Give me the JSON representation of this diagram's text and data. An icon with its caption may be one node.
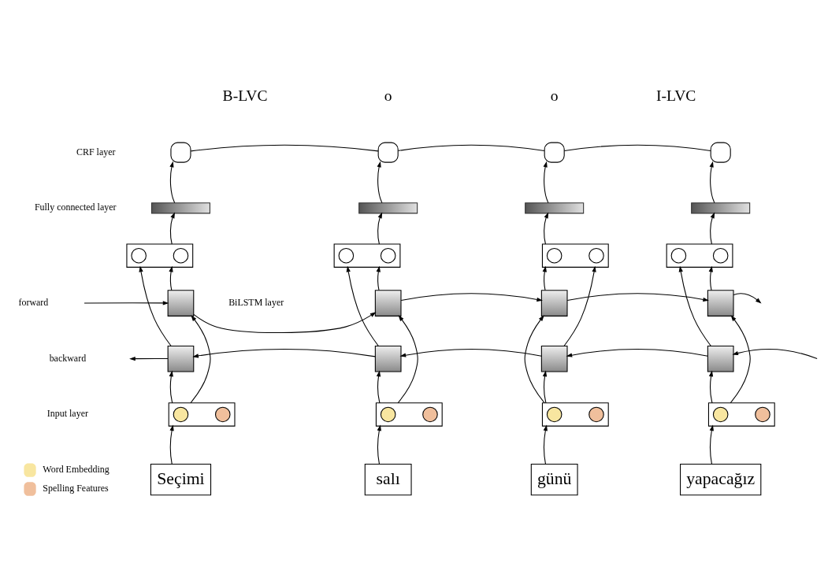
{
  "diagram": {
    "nodes": [
      {
        "text": [],
        "shape": "box"
      },
      {
        "text": [],
        "shape": "box"
      },
      {
        "text": [],
        "shape": "box"
      },
      {
        "text": [],
        "shape": "box"
      },
      {
        "text": [],
        "shape": "bar"
      },
      {
        "text": [],
        "shape": "bar"
      },
      {
        "text": [],
        "shape": "bar"
      },
      {
        "text": [],
        "shape": "bar"
      },
      {
        "text": [],
        "shape": "box"
      },
      {
        "text": [],
        "shape": "circle",
        "in": 8
      },
      {
        "text": [],
        "shape": "circle",
        "in": 8
      },
      {
        "text": [],
        "shape": "box"
      },
      {
        "text": [],
        "shape": "circle",
        "in": 11
      },
      {
        "text": [],
        "shape": "circle",
        "in": 11
      },
      {
        "text": [],
        "shape": "box"
      },
      {
        "text": [],
        "shape": "circle",
        "in": 14
      },
      {
        "text": [],
        "shape": "circle",
        "in": 14
      },
      {
        "text": [],
        "shape": "box"
      },
      {
        "text": [],
        "shape": "circle",
        "in": 17
      },
      {
        "text": [],
        "shape": "circle",
        "in": 17
      },
      {
        "text": [],
        "shape": "box"
      },
      {
        "text": [],
        "shape": "box"
      },
      {
        "text": [],
        "shape": "box"
      },
      {
        "text": [],
        "shape": "box"
      },
      {
        "text": [],
        "shape": "box"
      },
      {
        "text": [],
        "shape": "box"
      },
      {
        "text": [],
        "shape": "box"
      },
      {
        "text": [],
        "shape": "box"
      },
      {
        "text": [],
        "shape": "box"
      },
      {
        "text": [],
        "shape": "circle",
        "in": 28
      },
      {
        "text": [],
        "shape": "circle",
        "in": 28
      },
      {
        "text": [],
        "shape": "box"
      },
      {
        "text": [],
        "shape": "circle",
        "in": 31
      },
      {
        "text": [],
        "shape": "circle",
        "in": 31
      },
      {
        "text": [],
        "shape": "box"
      },
      {
        "text": [],
        "shape": "circle",
        "in": 34
      },
      {
        "text": [],
        "shape": "circle",
        "in": 34
      },
      {
        "text": [],
        "shape": "box"
      },
      {
        "text": [],
        "shape": "circle",
        "in": 37
      },
      {
        "text": [],
        "shape": "circle",
        "in": 37
      },
      {
        "text": [
          "Seçimi"
        ]
      },
      {
        "text": [
          "salı"
        ]
      },
      {
        "text": [
          "günü"
        ]
      },
      {
        "text": [
          "yapacağız"
        ]
      }
    ],
    "edges": [
      {
        "from": 40,
        "to": 28,
        "arrow": "to"
      },
      {
        "from": 41,
        "to": 31,
        "arrow": "to"
      },
      {
        "from": 42,
        "to": 34,
        "arrow": "to"
      },
      {
        "from": 43,
        "to": 37,
        "arrow": "to"
      },
      {
        "from": 28,
        "to": 20,
        "arrow": "to"
      },
      {
        "from": 28,
        "to": 24,
        "arrow": "to"
      },
      {
        "from": 31,
        "to": 21,
        "arrow": "to"
      },
      {
        "from": 31,
        "to": 25,
        "arrow": "to"
      },
      {
        "from": 34,
        "to": 22,
        "arrow": "to"
      },
      {
        "from": 34,
        "to": 26,
        "arrow": "to"
      },
      {
        "from": 37,
        "to": 23,
        "arrow": "to"
      },
      {
        "from": 37,
        "to": 27,
        "arrow": "to"
      },
      {
        "from": null,
        "to": 20,
        "arrow": "to"
      },
      {
        "from": 20,
        "to": 21,
        "arrow": "to"
      },
      {
        "from": 21,
        "to": 22,
        "arrow": "to"
      },
      {
        "from": 22,
        "to": 23,
        "arrow": "to"
      },
      {
        "from": 23,
        "to": null,
        "arrow": "to"
      },
      {
        "from": null,
        "to": 27,
        "arrow": "to"
      },
      {
        "from": 27,
        "to": 26,
        "arrow": "to"
      },
      {
        "from": 26,
        "to": 25,
        "arrow": "to"
      },
      {
        "from": 25,
        "to": 24,
        "arrow": "to"
      },
      {
        "from": 24,
        "to": null,
        "arrow": "to"
      },
      {
        "from": 20,
        "to": 8,
        "arrow": "to"
      },
      {
        "from": 24,
        "to": 8,
        "arrow": "to"
      },
      {
        "from": 21,
        "to": 11,
        "arrow": "to"
      },
      {
        "from": 25,
        "to": 11,
        "arrow": "to"
      },
      {
        "from": 22,
        "to": 14,
        "arrow": "to"
      },
      {
        "from": 26,
        "to": 14,
        "arrow": "to"
      },
      {
        "from": 23,
        "to": 17,
        "arrow": "to"
      },
      {
        "from": 27,
        "to": 17,
        "arrow": "to"
      },
      {
        "from": 8,
        "to": 4,
        "arrow": "to"
      },
      {
        "from": 11,
        "to": 5,
        "arrow": "to"
      },
      {
        "from": 14,
        "to": 6,
        "arrow": "to"
      },
      {
        "from": 17,
        "to": 7,
        "arrow": "to"
      },
      {
        "from": 4,
        "to": 0,
        "arrow": "to"
      },
      {
        "from": 5,
        "to": 1,
        "arrow": "to"
      },
      {
        "from": 6,
        "to": 2,
        "arrow": "to"
      },
      {
        "from": 7,
        "to": 3,
        "arrow": "to"
      },
      {
        "from": 0,
        "to": 1,
        "arrow": "none"
      },
      {
        "from": 1,
        "to": 2,
        "arrow": "none"
      },
      {
        "from": 2,
        "to": 3,
        "arrow": "none"
      }
    ],
    "labels": [
      "B-LVC",
      "o",
      "o",
      "I-LVC",
      "CRF layer",
      "Fully connected layer",
      "BiLSTM layer",
      "forward",
      "backward",
      "Input layer"
    ],
    "legend": [
      {
        "text": "Word Embedding",
        "color": "#f8e6a0"
      },
      {
        "text": "Spelling Features",
        "color": "#f0bf9c"
      }
    ]
  }
}
